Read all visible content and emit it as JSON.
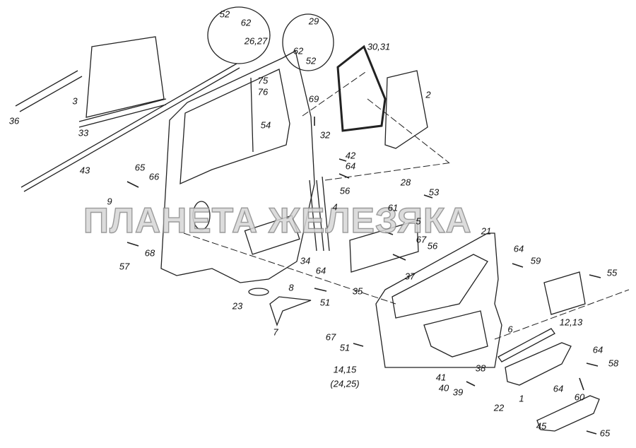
{
  "watermark": "ПЛАНЕТА ЖЕЛЕЗЯКА",
  "callouts": [
    "52",
    "62",
    "26,27",
    "29",
    "62",
    "52",
    "30,31",
    "2",
    "3",
    "36",
    "33",
    "43",
    "75",
    "76",
    "69",
    "54",
    "32",
    "42",
    "64",
    "56",
    "65",
    "66",
    "28",
    "53",
    "9",
    "61",
    "5",
    "4",
    "21",
    "67",
    "56",
    "64",
    "59",
    "55",
    "57",
    "68",
    "34",
    "37",
    "64",
    "8",
    "51",
    "35",
    "23",
    "7",
    "6",
    "12,13",
    "67",
    "51",
    "64",
    "58",
    "14,15",
    "(24,25)",
    "41",
    "38",
    "40",
    "39",
    "64",
    "60",
    "1",
    "22",
    "45",
    "65"
  ]
}
